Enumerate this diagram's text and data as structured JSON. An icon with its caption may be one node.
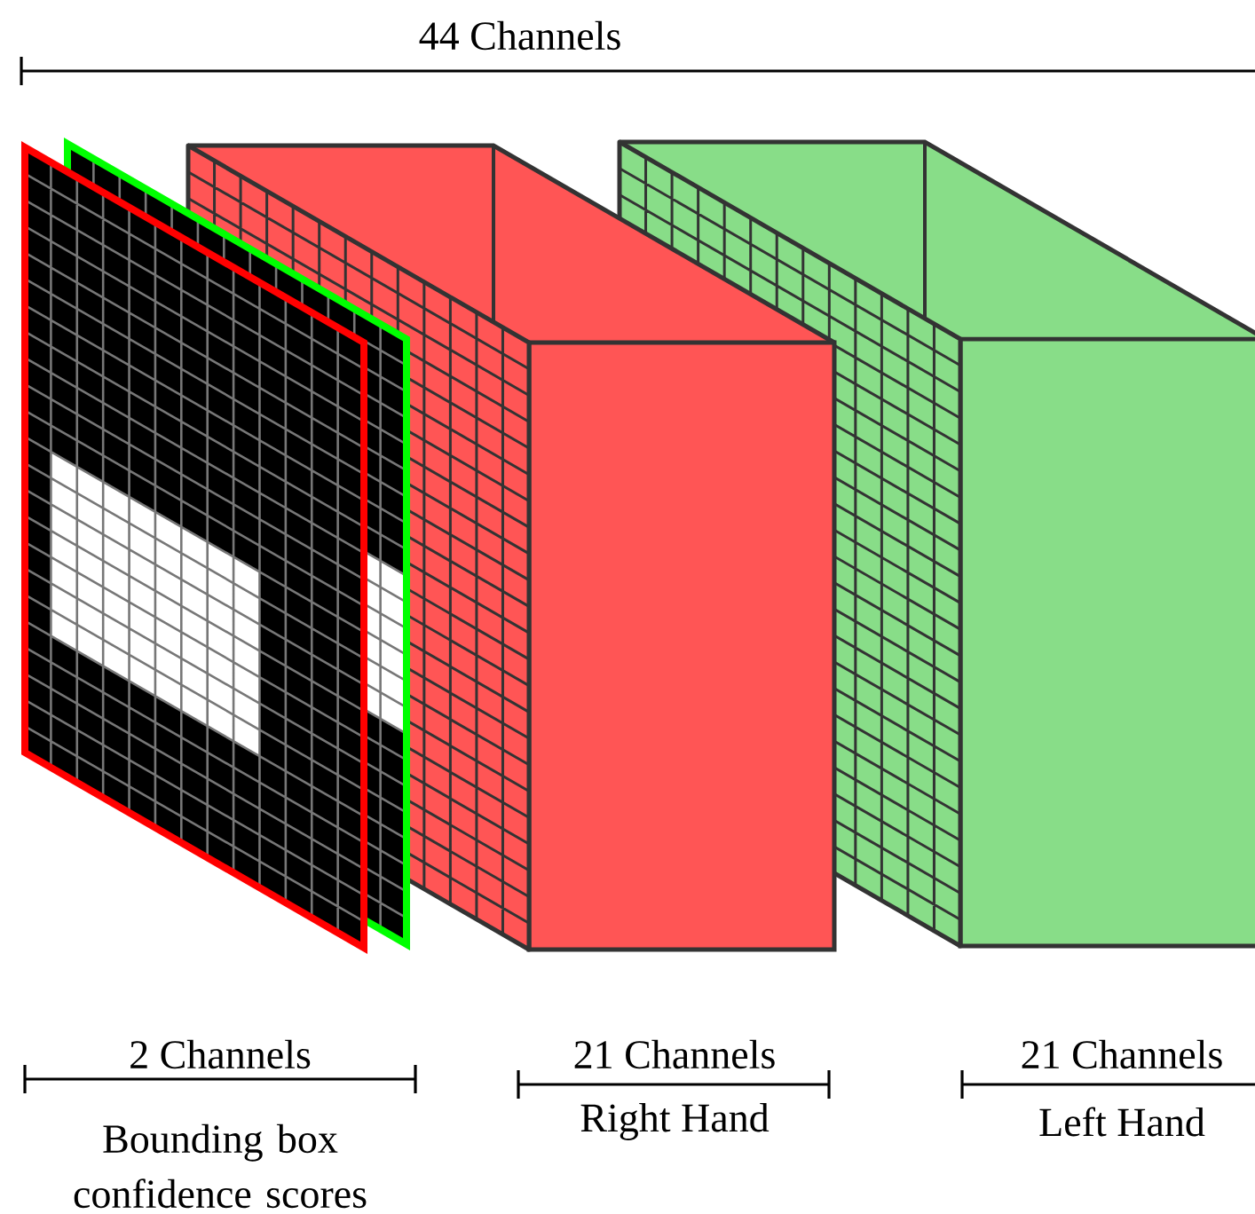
{
  "diagram": {
    "labels": [
      "44 Channels",
      "2 Channels",
      "21 Channels",
      "21 Channels",
      "Bounding box confidence scores",
      "Right Hand",
      "Left Hand"
    ]
  }
}
